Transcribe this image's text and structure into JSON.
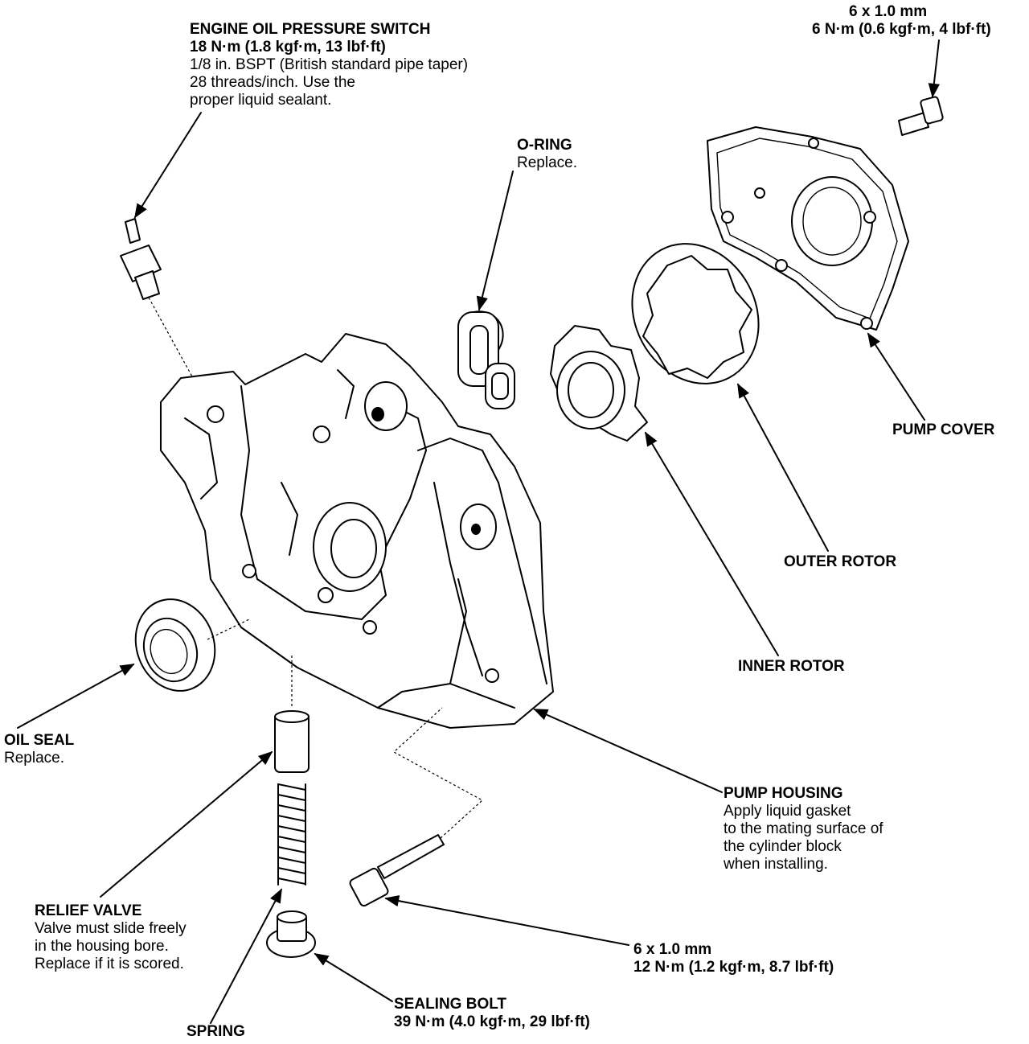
{
  "callouts": {
    "oil_pressure_switch": {
      "title": "ENGINE OIL PRESSURE SWITCH",
      "spec": "18 N·m (1.8 kgf·m, 13 lbf·ft)",
      "note1": "1/8 in. BSPT (British standard pipe taper)",
      "note2": "28 threads/inch. Use the",
      "note3": "proper liquid sealant."
    },
    "cover_bolt": {
      "size": "6 x 1.0 mm",
      "spec": "6 N·m (0.6 kgf·m, 4 lbf·ft)"
    },
    "o_ring": {
      "title": "O-RING",
      "note": "Replace."
    },
    "pump_cover": {
      "title": "PUMP COVER"
    },
    "outer_rotor": {
      "title": "OUTER ROTOR"
    },
    "inner_rotor": {
      "title": "INNER ROTOR"
    },
    "oil_seal": {
      "title": "OIL SEAL",
      "note": "Replace."
    },
    "pump_housing": {
      "title": "PUMP HOUSING",
      "note1": "Apply liquid gasket",
      "note2": "to the mating surface of",
      "note3": "the cylinder block",
      "note4": "when installing."
    },
    "relief_valve": {
      "title": "RELIEF VALVE",
      "note1": "Valve must slide freely",
      "note2": "in the housing bore.",
      "note3": "Replace if it is scored."
    },
    "housing_bolt": {
      "size": "6 x 1.0 mm",
      "spec": "12 N·m (1.2 kgf·m, 8.7 lbf·ft)"
    },
    "sealing_bolt": {
      "title": "SEALING BOLT",
      "spec": "39 N·m (4.0 kgf·m, 29 lbf·ft)"
    },
    "spring": {
      "title": "SPRING"
    }
  }
}
